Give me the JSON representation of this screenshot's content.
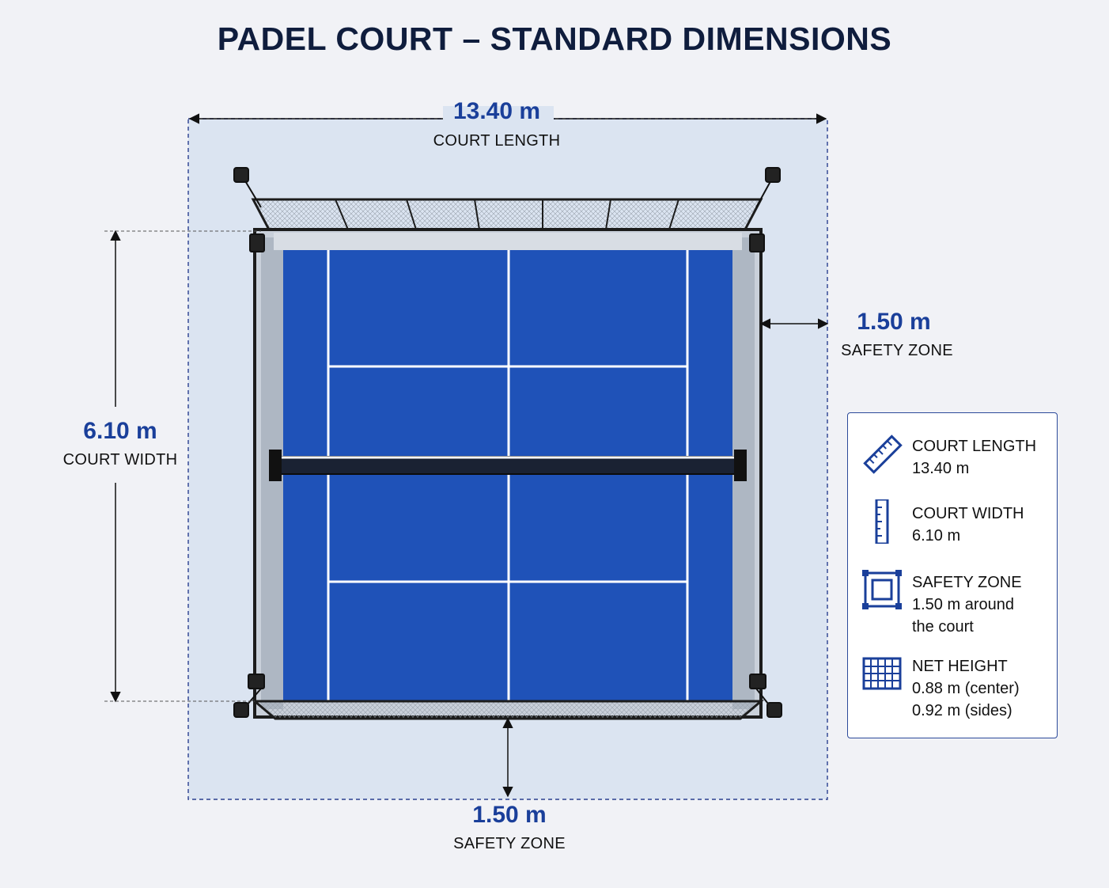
{
  "title": "PADEL COURT – STANDARD DIMENSIONS",
  "dimensions": {
    "length": {
      "value": "13.40 m",
      "label": "COURT LENGTH"
    },
    "width": {
      "value": "6.10 m",
      "label": "COURT WIDTH"
    },
    "safety_side": {
      "value": "1.50 m",
      "label": "SAFETY ZONE"
    },
    "safety_bottom": {
      "value": "1.50 m",
      "label": "SAFETY ZONE"
    }
  },
  "legend": [
    {
      "icon": "ruler-icon",
      "lines": [
        "COURT LENGTH",
        "13.40 m"
      ]
    },
    {
      "icon": "vertical-ruler-icon",
      "lines": [
        "COURT WIDTH",
        "6.10 m"
      ]
    },
    {
      "icon": "safety-zone-icon",
      "lines": [
        "SAFETY ZONE",
        "1.50 m around",
        "the court"
      ]
    },
    {
      "icon": "net-icon",
      "lines": [
        "NET HEIGHT",
        "0.88 m (center)",
        "0.92 m (sides)"
      ]
    }
  ],
  "colors": {
    "background": "#f1f2f6",
    "safety_zone": "#dbe4f1",
    "court_surface": "#1f52b8",
    "court_lines": "#ffffff",
    "frame": "#1c1c1c",
    "accent": "#1a3f9a"
  }
}
